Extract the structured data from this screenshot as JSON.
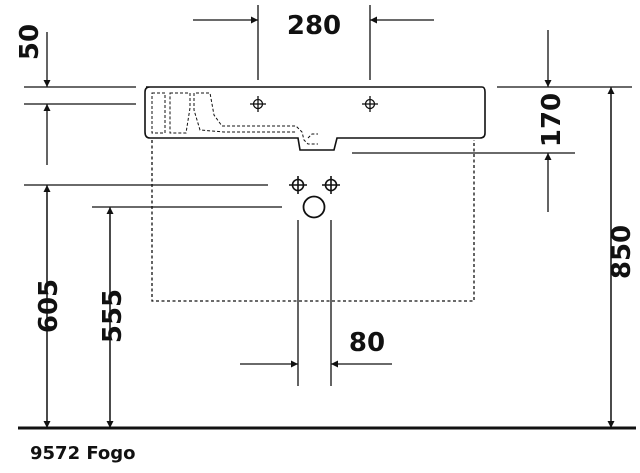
{
  "dimensions": {
    "hole_spacing": "280",
    "rim_offset": "50",
    "basin_height": "170",
    "overall_height": "850",
    "supply_height": "605",
    "waste_height": "555",
    "supply_spacing": "80"
  },
  "caption": "9572 Fogo",
  "colors": {
    "line": "#111111",
    "background": "#ffffff"
  }
}
